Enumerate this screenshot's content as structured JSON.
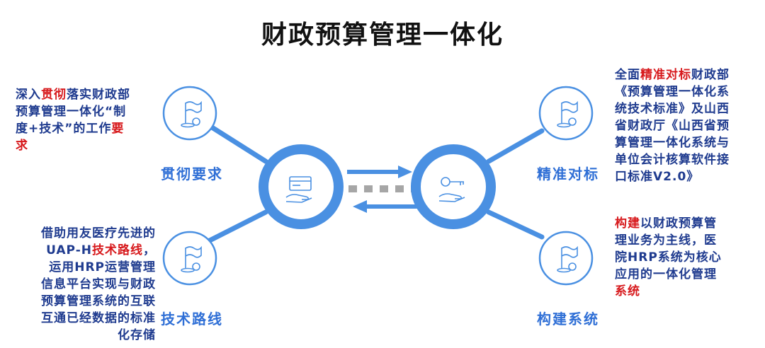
{
  "title": "财政预算管理一体化",
  "colors": {
    "blue": "#4a90e2",
    "blue_dark": "#2f6fd6",
    "text": "#1f3b8f",
    "highlight": "#d7191c",
    "dash": "#a6a6a6"
  },
  "nodes": {
    "top_left": {
      "label": "贯彻要求",
      "icon": "flag-coin-icon",
      "lines": [
        [
          {
            "t": "深入"
          },
          {
            "t": "贯彻",
            "hl": true
          },
          {
            "t": "落实财政部"
          }
        ],
        [
          {
            "t": "预算管理一体化“制"
          }
        ],
        [
          {
            "t": "度+技术”的工作"
          },
          {
            "t": "要",
            "hl": true
          }
        ],
        [
          {
            "t": "求",
            "hl": true
          }
        ]
      ]
    },
    "bottom_left": {
      "label": "技术路线",
      "icon": "flag-coin-icon",
      "lines": [
        [
          {
            "t": "借助用友医疗先进的"
          }
        ],
        [
          {
            "t": "UAP-H"
          },
          {
            "t": "技术路线",
            "hl": true
          },
          {
            "t": "，"
          }
        ],
        [
          {
            "t": "运用HRP运营管理"
          }
        ],
        [
          {
            "t": "信息平台实现与财政"
          }
        ],
        [
          {
            "t": "预算管理系统的互联"
          }
        ],
        [
          {
            "t": "互通已经数据的标准"
          }
        ],
        [
          {
            "t": "化存储"
          }
        ]
      ]
    },
    "top_right": {
      "label": "精准对标",
      "icon": "flag-coin-icon",
      "lines": [
        [
          {
            "t": "全面"
          },
          {
            "t": "精准对标",
            "hl": true
          },
          {
            "t": "财政部"
          }
        ],
        [
          {
            "t": "《预算管理一体化系"
          }
        ],
        [
          {
            "t": "统技术标准》及山西"
          }
        ],
        [
          {
            "t": "省财政厅《山西省预"
          }
        ],
        [
          {
            "t": "算管理一体化系统与"
          }
        ],
        [
          {
            "t": "单位会计核算软件接"
          }
        ],
        [
          {
            "t": "口标准V2.0》"
          }
        ]
      ]
    },
    "bottom_right": {
      "label": "构建系统",
      "icon": "flag-coin-icon",
      "lines": [
        [
          {
            "t": "构建",
            "hl": true
          },
          {
            "t": "以财政预算管"
          }
        ],
        [
          {
            "t": "理业务为主线，医"
          }
        ],
        [
          {
            "t": "院HRP系统为核心"
          }
        ],
        [
          {
            "t": "应用的一体化管理"
          }
        ],
        [
          {
            "t": "系统",
            "hl": true
          }
        ]
      ]
    }
  },
  "hubs": {
    "left": {
      "icon": "card-hand-icon"
    },
    "right": {
      "icon": "key-hand-icon"
    }
  }
}
